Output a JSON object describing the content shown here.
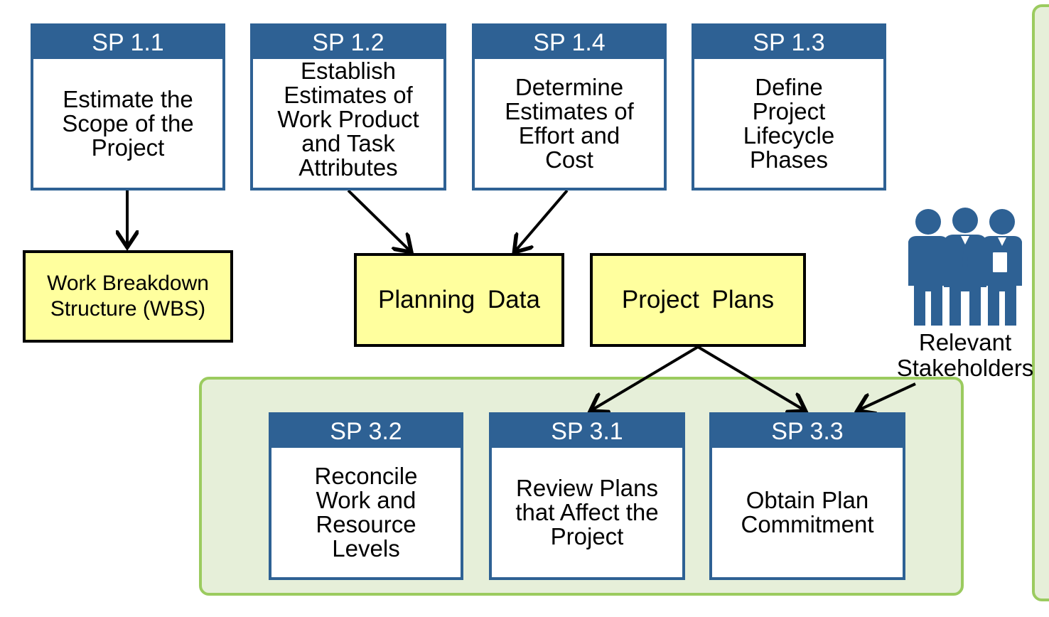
{
  "top_practices": [
    {
      "id": "SP 1.1",
      "lines": [
        "Estimate the",
        "Scope of the",
        "Project"
      ]
    },
    {
      "id": "SP 1.2",
      "lines": [
        "Establish",
        "Estimates of",
        "Work Product",
        "and Task",
        "Attributes"
      ]
    },
    {
      "id": "SP 1.4",
      "lines": [
        "Determine",
        "Estimates of",
        "Effort and",
        "Cost"
      ]
    },
    {
      "id": "SP 1.3",
      "lines": [
        "Define",
        "Project",
        "Lifecycle",
        "Phases"
      ]
    }
  ],
  "artifacts": {
    "wbs": [
      "Work Breakdown",
      "Structure (WBS)"
    ],
    "planning_data": "Planning Data",
    "project_plans": "Project Plans"
  },
  "bottom_practices": [
    {
      "id": "SP 3.2",
      "lines": [
        "Reconcile",
        "Work and",
        "Resource",
        "Levels"
      ]
    },
    {
      "id": "SP 3.1",
      "lines": [
        "Review Plans",
        "that Affect the",
        "Project"
      ]
    },
    {
      "id": "SP 3.3",
      "lines": [
        "Obtain Plan",
        "Commitment"
      ]
    }
  ],
  "stakeholders": {
    "icon": "people-group-icon",
    "lines": [
      "Relevant",
      "Stakeholders"
    ]
  },
  "colors": {
    "sp_header": "#2e6194",
    "artifact_fill": "#ffff9e",
    "panel_fill": "#e6efd9",
    "panel_border": "#9bcb5f",
    "stakeholder_icon": "#2e6194"
  }
}
